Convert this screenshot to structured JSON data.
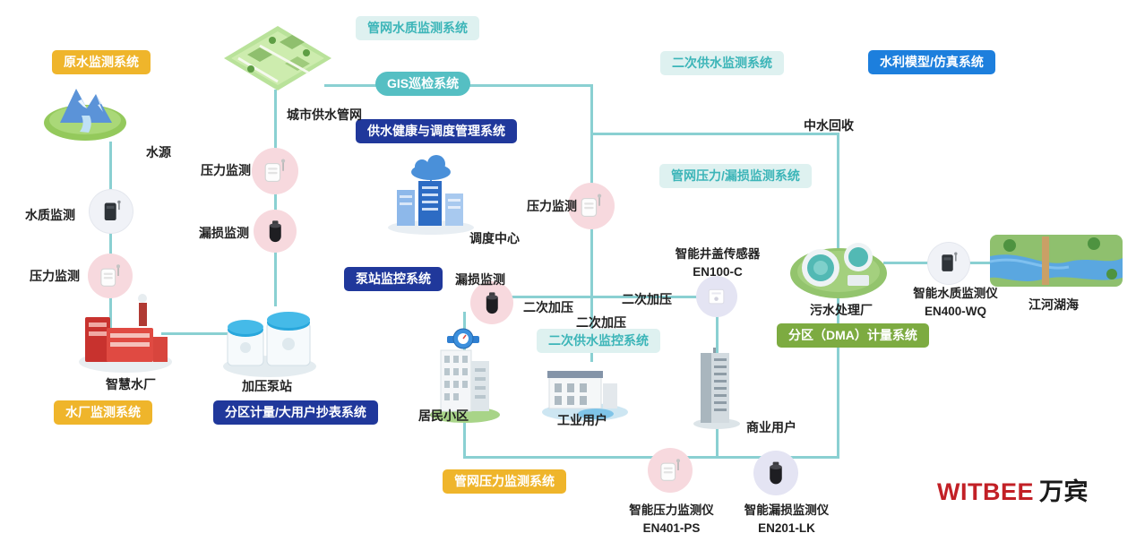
{
  "badges": {
    "raw_water": "原水监测系统",
    "plant_monitor": "水厂监测系统",
    "pipe_quality": "管网水质监测系统",
    "gis": "GIS巡检系统",
    "health_dispatch": "供水健康与调度管理系统",
    "pump_monitor": "泵站监控系统",
    "secondary_control": "二次供水监控系统",
    "dma_reading": "分区计量/大用户抄表系统",
    "secondary_monitor": "二次供水监测系统",
    "hydraulic_model": "水利模型/仿真系统",
    "pipe_pressure_leak": "管网压力/漏损监测系统",
    "dma_metering": "分区（DMA）计量系统",
    "pipe_pressure": "管网压力监测系统"
  },
  "labels": {
    "water_source": "水源",
    "quality_monitor": "水质监测",
    "pressure_monitor_1": "压力监测",
    "smart_plant": "智慧水厂",
    "city_network": "城市供水管网",
    "pressure_monitor_2": "压力监测",
    "leak_monitor_1": "漏损监测",
    "pump_station": "加压泵站",
    "dispatch_center": "调度中心",
    "pressure_monitor_3": "压力监测",
    "leak_monitor_2": "漏损监测",
    "sec_press_1": "二次加压",
    "sec_press_2": "二次加压",
    "sec_press_3": "二次加压",
    "manhole_name": "智能井盖传感器",
    "manhole_model": "EN100-C",
    "residential": "居民小区",
    "industrial": "工业用户",
    "commercial": "商业用户",
    "sewage_plant": "污水处理厂",
    "reclaimed_water": "中水回收",
    "wq_meter_name": "智能水质监测仪",
    "wq_meter_model": "EN400-WQ",
    "rivers": "江河湖海",
    "pressure_meter_name": "智能压力监测仪",
    "pressure_meter_model": "EN401-PS",
    "leak_meter_name": "智能漏损监测仪",
    "leak_meter_model": "EN201-LK"
  },
  "logo": {
    "brand": "WITBEE",
    "brand_cn": "万宾"
  },
  "colors": {
    "line": "#8ad0d2",
    "badge_yellow": "#efb52b",
    "badge_teal_solid": "#55bfc3",
    "badge_teal_light_bg": "#def1f0",
    "badge_teal_light_text": "#3cb5b8",
    "badge_dark_blue": "#20389b",
    "badge_blue": "#1d7fdd",
    "badge_green": "#7dab41",
    "logo_red": "#c22026"
  }
}
